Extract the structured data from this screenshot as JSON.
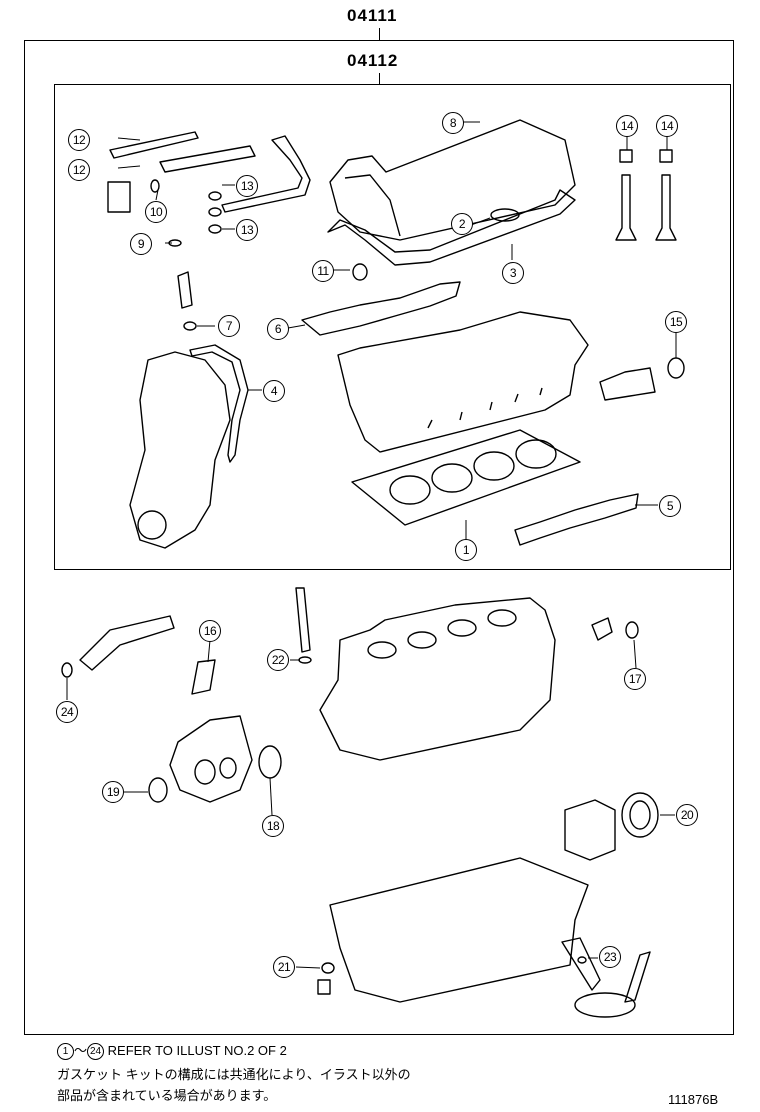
{
  "header": {
    "kit_code": "04111",
    "subkit_code": "04112"
  },
  "callouts": [
    "1",
    "2",
    "3",
    "4",
    "5",
    "6",
    "7",
    "8",
    "9",
    "10",
    "11",
    "12",
    "12",
    "13",
    "13",
    "14",
    "14",
    "15",
    "16",
    "17",
    "18",
    "19",
    "20",
    "21",
    "22",
    "23",
    "24"
  ],
  "notes": {
    "range_start": "1",
    "range_sep": "～",
    "range_end": "24",
    "refer_text": "REFER TO ILLUST NO.2 OF 2",
    "jp_line1": "ガスケット キットの構成には共通化により、イラスト以外の",
    "jp_line2": "部品が含まれている場合があります。"
  },
  "illustration_id": "111876B"
}
